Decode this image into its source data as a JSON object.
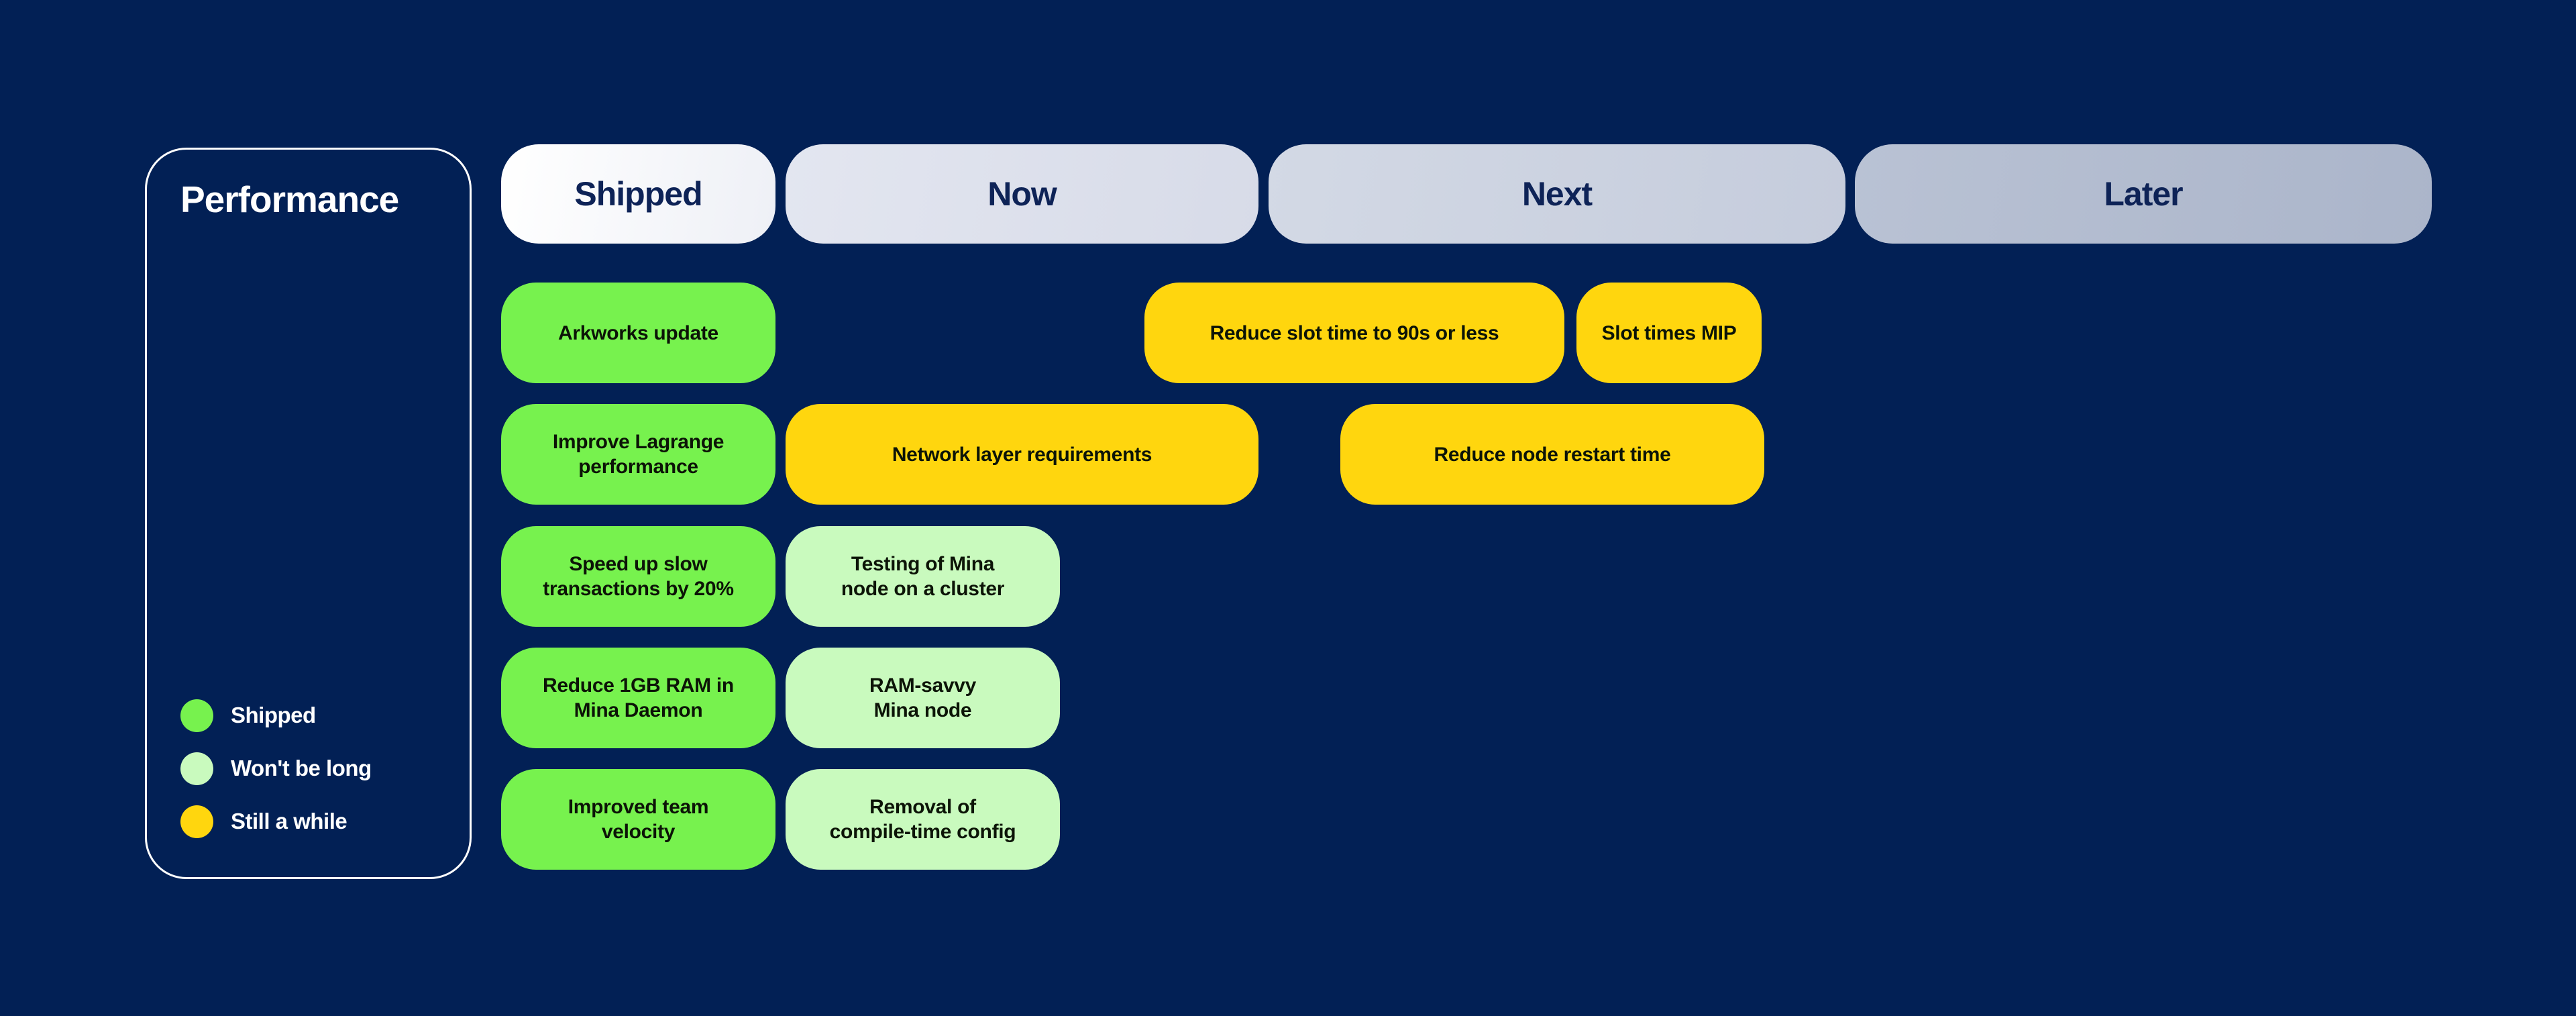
{
  "panel": {
    "title": "Performance"
  },
  "legend": {
    "items": [
      {
        "label": "Shipped",
        "color": "#77f24e"
      },
      {
        "label": "Won't be long",
        "color": "#c9fabe"
      },
      {
        "label": "Still a while",
        "color": "#ffd60e"
      }
    ]
  },
  "columns": [
    {
      "label": "Shipped"
    },
    {
      "label": "Now"
    },
    {
      "label": "Next"
    },
    {
      "label": "Later"
    }
  ],
  "cards": [
    {
      "label": "Arkworks update",
      "status": "shipped",
      "column": "Shipped"
    },
    {
      "label": "Improve Lagrange\nperformance",
      "status": "shipped",
      "column": "Shipped"
    },
    {
      "label": "Speed up slow\ntransactions by 20%",
      "status": "shipped",
      "column": "Shipped"
    },
    {
      "label": "Reduce 1GB RAM in\nMina Daemon",
      "status": "shipped",
      "column": "Shipped"
    },
    {
      "label": "Improved team\nvelocity",
      "status": "shipped",
      "column": "Shipped"
    },
    {
      "label": "Network layer requirements",
      "status": "still-a-while",
      "column": "Now"
    },
    {
      "label": "Testing of Mina\nnode on a cluster",
      "status": "wont-be-long",
      "column": "Now"
    },
    {
      "label": "RAM-savvy\nMina node",
      "status": "wont-be-long",
      "column": "Now"
    },
    {
      "label": "Removal of\ncompile-time config",
      "status": "wont-be-long",
      "column": "Now"
    },
    {
      "label": "Reduce slot time to 90s or less",
      "status": "still-a-while",
      "column": "Next"
    },
    {
      "label": "Slot times MIP",
      "status": "still-a-while",
      "column": "Next"
    },
    {
      "label": "Reduce node restart time",
      "status": "still-a-while",
      "column": "Next"
    }
  ],
  "colors": {
    "background": "#022055",
    "panel_border": "#ffffff",
    "header_text": "#0e2357",
    "card_text": "#0c1407",
    "status_shipped": "#77f24e",
    "status_wont_be_long": "#c9fabe",
    "status_still_a_while": "#ffd60e",
    "header_shipped": "#ffffff",
    "header_now": "#dde1ec",
    "header_next": "#ccd3e1",
    "header_later": "#b2bcce"
  }
}
